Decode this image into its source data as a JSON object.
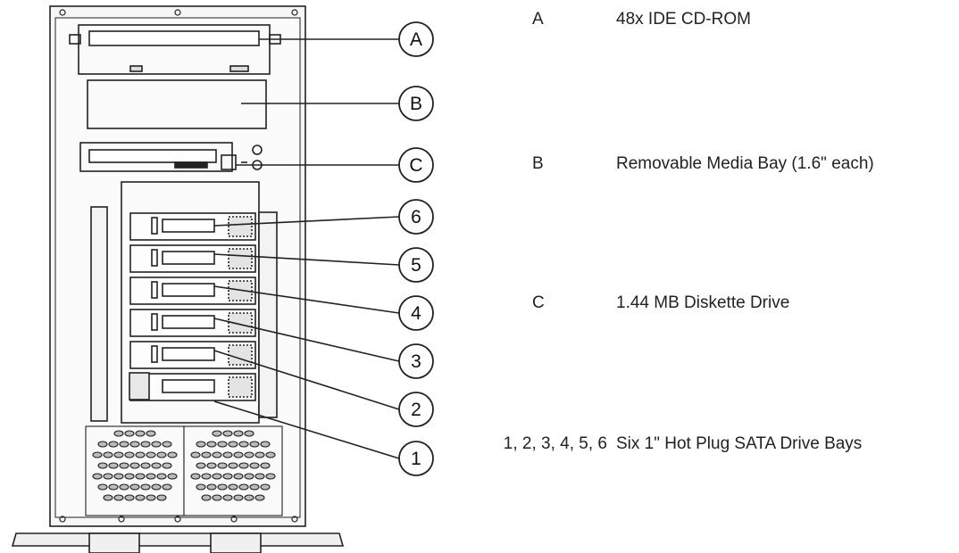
{
  "callouts": [
    "A",
    "B",
    "C",
    "6",
    "5",
    "4",
    "3",
    "2",
    "1"
  ],
  "legend": [
    {
      "key": "A",
      "text": "48x IDE CD-ROM"
    },
    {
      "key": "B",
      "text": "Removable Media Bay (1.6\" each)"
    },
    {
      "key": "C",
      "text": "1.44 MB Diskette Drive"
    },
    {
      "key": "1, 2, 3, 4, 5, 6",
      "text": "Six 1\" Hot Plug SATA Drive Bays"
    }
  ]
}
